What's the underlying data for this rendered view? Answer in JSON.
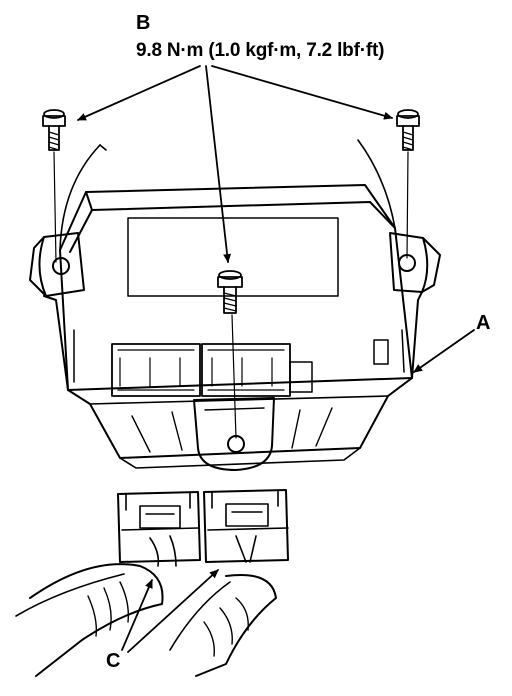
{
  "labels": {
    "bolt_callout": "B",
    "torque_spec": "9.8 N·m (1.0 kgf·m, 7.2 lbf·ft)",
    "unit_callout": "A",
    "connector_callout": "C"
  }
}
